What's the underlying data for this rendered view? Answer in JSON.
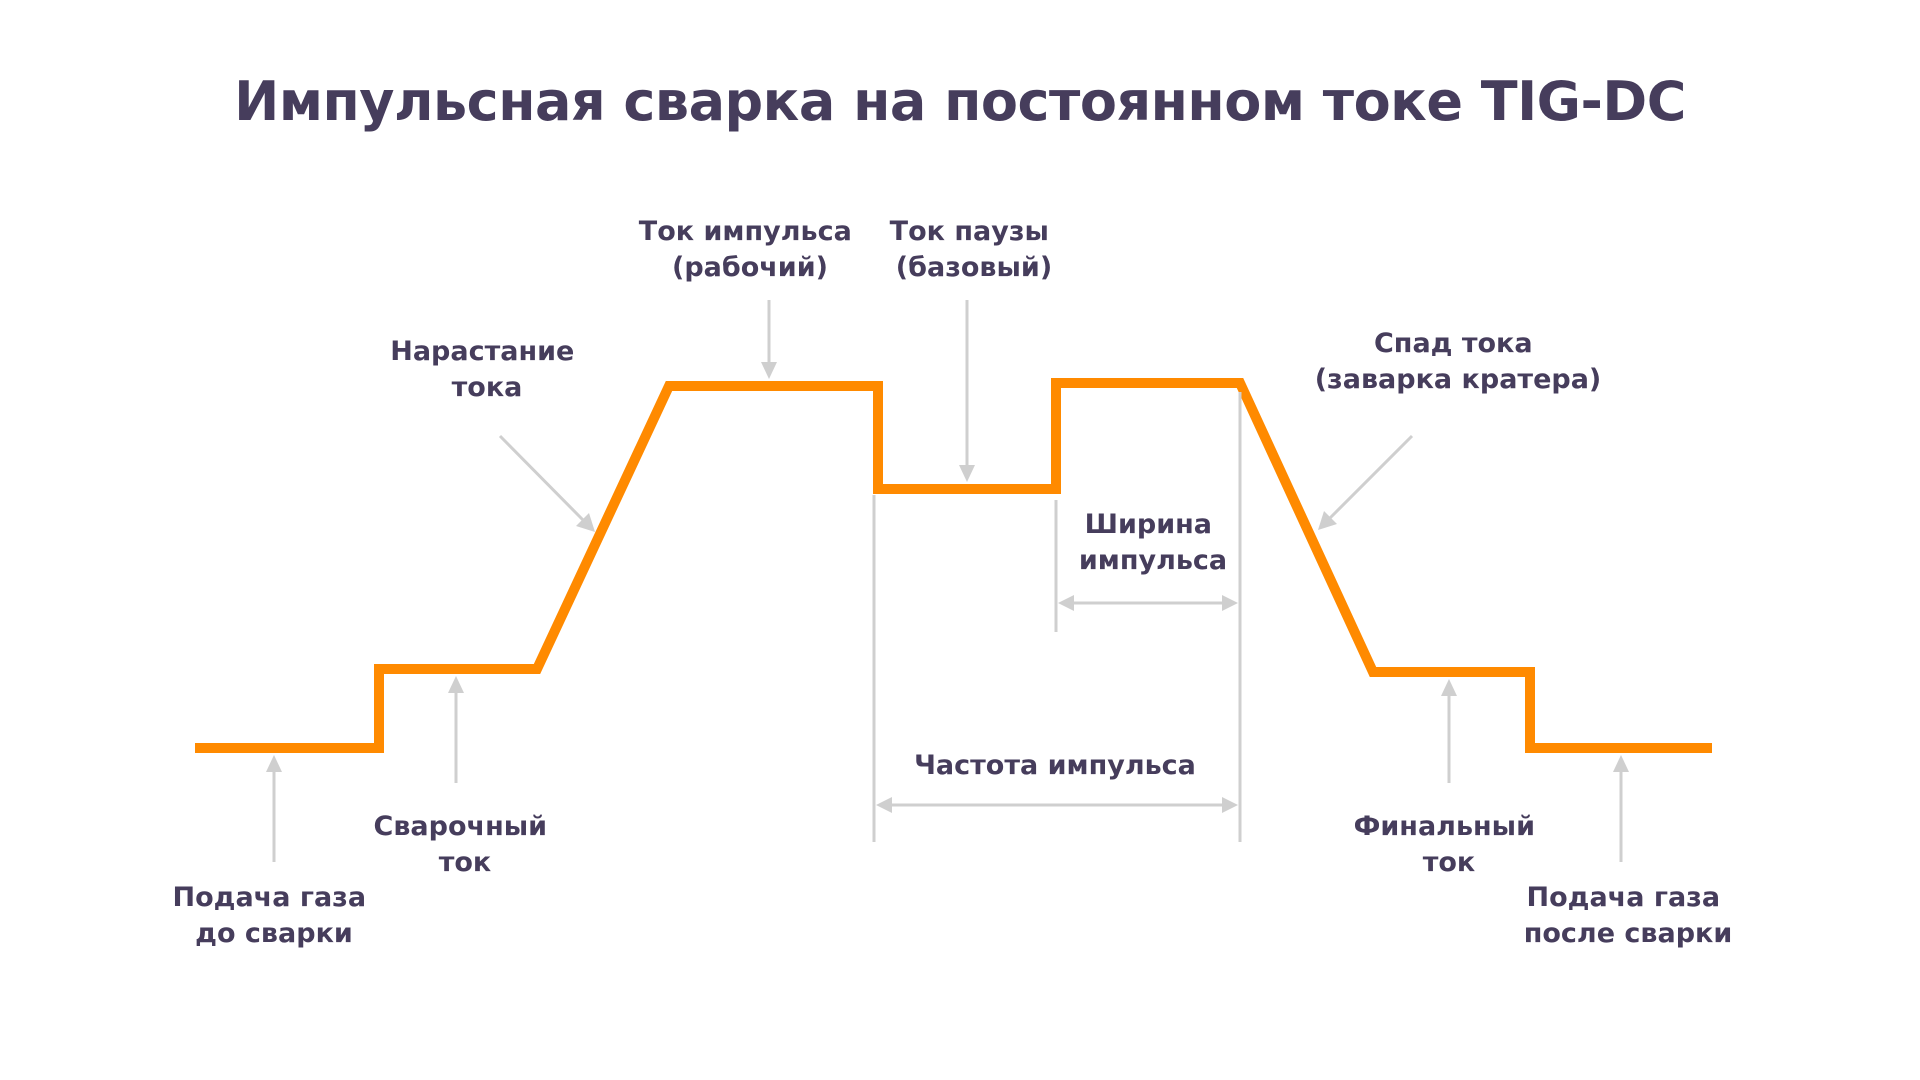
{
  "title": "Импульсная сварка на постоянном токе TIG-DC",
  "colors": {
    "signal": "#ff8a00",
    "text": "#463d5c",
    "guide": "#cfcfcf"
  },
  "labels": {
    "pre_gas": [
      "Подача газа",
      "до сварки"
    ],
    "weld_current": [
      "Сварочный",
      "ток"
    ],
    "rise": [
      "Нарастание",
      "тока"
    ],
    "pulse_current": [
      "Ток импульса",
      "(рабочий)"
    ],
    "pause_current": [
      "Ток паузы",
      "(базовый)"
    ],
    "pulse_width": [
      "Ширина",
      "импульса"
    ],
    "pulse_frequency": "Частота импульса",
    "slope_down": [
      "Спад тока",
      "(заварка кратера)"
    ],
    "final_current": [
      "Финальный",
      "ток"
    ],
    "post_gas": [
      "Подача газа",
      "после сварки"
    ]
  }
}
